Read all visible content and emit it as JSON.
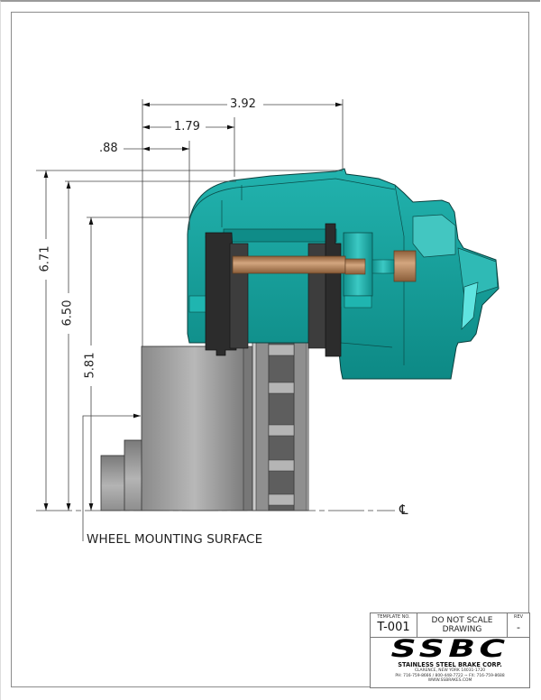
{
  "drawing": {
    "type": "engineering-drawing",
    "subject": "brake caliper assembly side view",
    "colors": {
      "caliper": "#1aa3a0",
      "caliper_dark": "#0e7f7c",
      "caliper_light": "#3fd0cc",
      "pin": "#b07e55",
      "pad": "#3a3a3a",
      "rotor": "#8a8a8a",
      "hub": "#9a9a9a",
      "line": "#333333"
    }
  },
  "dimensions": {
    "horizontal": [
      {
        "id": "dim-3-92",
        "label": "3.92"
      },
      {
        "id": "dim-1-79",
        "label": "1.79"
      },
      {
        "id": "dim-0-88",
        "label": ".88"
      }
    ],
    "vertical": [
      {
        "id": "dim-6-71",
        "label": "6.71"
      },
      {
        "id": "dim-6-50",
        "label": "6.50"
      },
      {
        "id": "dim-5-81",
        "label": "5.81"
      }
    ]
  },
  "annotations": {
    "wheel_mounting_surface": "WHEEL MOUNTING SURFACE",
    "centerline_symbol": "℄"
  },
  "title_block": {
    "template_label": "TEMPLATE NO.",
    "template_no": "T-001",
    "note_line1": "DO NOT SCALE",
    "note_line2": "DRAWING",
    "rev_label": "REV",
    "rev_value": "-",
    "logo": "SSBC",
    "company": "STAINLESS STEEL BRAKE CORP.",
    "address": "CLARENCE, NEW YORK 14031-1720",
    "phone": "PH: 716-759-8666 / 800-448-7722 ~ FX: 716-759-8688",
    "website": "WWW.SSBRAKES.COM"
  }
}
